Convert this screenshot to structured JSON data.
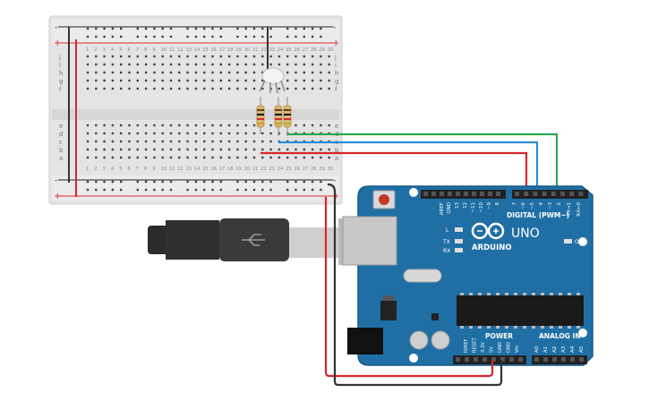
{
  "breadboard": {
    "rail_plus": "+",
    "rail_minus": "-",
    "row_letters_top": [
      "j",
      "i",
      "h",
      "g",
      "f"
    ],
    "row_letters_bottom": [
      "e",
      "d",
      "c",
      "b",
      "a"
    ],
    "columns": [
      "1",
      "2",
      "3",
      "4",
      "5",
      "6",
      "7",
      "8",
      "9",
      "10",
      "11",
      "12",
      "13",
      "14",
      "15",
      "16",
      "17",
      "18",
      "19",
      "20",
      "21",
      "22",
      "23",
      "24",
      "25",
      "26",
      "27",
      "28",
      "29",
      "30"
    ]
  },
  "arduino": {
    "model": "UNO",
    "brand": "ARDUINO",
    "digital_header_label": "DIGITAL (PWM~)",
    "digital_pins": [
      "AREF",
      "GND",
      "13",
      "12",
      "~11",
      "~10",
      "~9",
      "8",
      "7",
      "~6",
      "~5",
      "4",
      "~3",
      "2",
      "TX→1",
      "RX←0"
    ],
    "power_label": "POWER",
    "analog_label": "ANALOG IN",
    "power_pins": [
      "IOREF",
      "RESET",
      "3.3V",
      "5V",
      "GND",
      "GND",
      "Vin"
    ],
    "analog_pins": [
      "A0",
      "A1",
      "A2",
      "A3",
      "A4",
      "A5"
    ],
    "led_l": "L",
    "led_tx": "TX",
    "led_rx": "RX",
    "led_on": "ON"
  },
  "colors": {
    "breadboard": "#e6e6e6",
    "board": "#1f6fa5",
    "wire_red": "#d7262b",
    "wire_black": "#333333",
    "wire_green": "#2fa84f",
    "wire_blue": "#2b8fd6"
  }
}
